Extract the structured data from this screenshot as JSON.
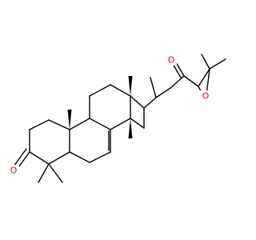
{
  "molecule": {
    "atoms": {
      "o_ketone_ring": "O",
      "o_ketone_chain": "O",
      "o_epoxide": "O"
    },
    "colors": {
      "bond": "#000000",
      "oxygen": "#ff0000",
      "background": "#ffffff"
    }
  }
}
